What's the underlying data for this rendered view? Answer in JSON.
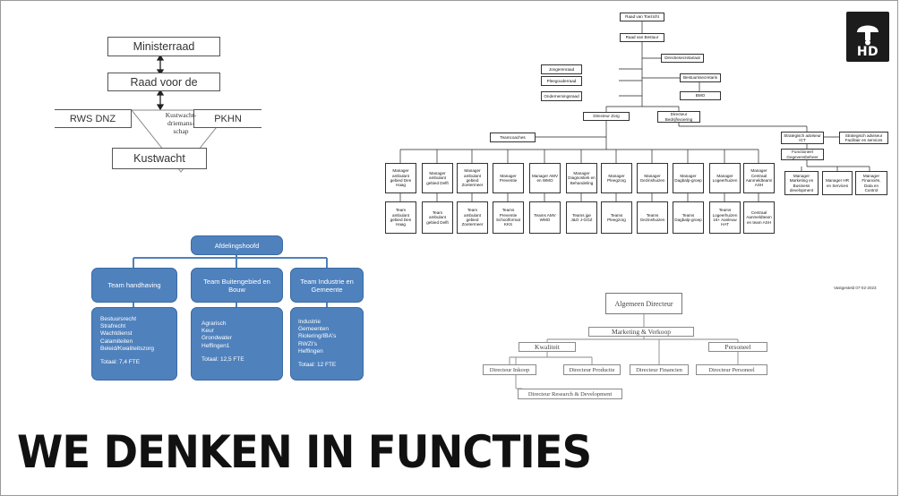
{
  "title": "WE DENKEN IN FUNCTIES",
  "logo": {
    "text": "HD",
    "icon": "person-icon"
  },
  "diagram_a": {
    "ministerraad": "Ministerraad",
    "raad": "Raad voor de",
    "rws": "RWS DNZ",
    "kustwacht_triangle": [
      "Kustwacht-",
      "driemans-",
      "schap"
    ],
    "pkhn": "PKHN",
    "kustwacht": "Kustwacht"
  },
  "diagram_b": {
    "top": "Raad van Toezicht",
    "bestuur": "Raad van Bestuur",
    "directiesecretariaat": "Directiesecretariaat",
    "jongerenraad": "Jongerenraad",
    "pleegouderraad": "Pleegouderraad",
    "ondernemingsraad": "Ondernemingsraad",
    "bestuurssecretaris": "Bestuurssecretaris",
    "bmo": "BMO",
    "dir_zorg": "Directeur Zorg",
    "dir_bedrijf": "Directeur Bedrijfsvoering",
    "teamcoaches": "Teamcoaches",
    "adv_ict": "Strategisch adviseur ICT",
    "adv_facilitair": "Strategisch adviseur Facilitair en services",
    "functioneel": "Functioneel Gegevensbeheer",
    "managers": [
      "Manager ambulant gebied Den Haag",
      "Manager ambulant gebied Delft",
      "Manager ambulant gebied Zoetermeer",
      "Manager Preventie",
      "Manager AMV en WMO",
      "Manager Diagnostiek en Behandeling",
      "Manager Pleegzorg",
      "Manager Gezinshuizen",
      "Manager Dagbalp-groep",
      "Manager Logeerhuizen",
      "Manager Centraal Aanmeldteam/ ASH"
    ],
    "teams": [
      "Team ambulant gebied Den Haag",
      "Team ambulant gebied Delft",
      "Team ambulant gebied Zoetermeer",
      "Teams Preventie Schoolformat KKS",
      "Teams AMV WMO",
      "Teams jge J&O J-GGZ",
      "Teams Pleegzorg",
      "Teams Gezinshuizen",
      "Teams Dagbalp-groep",
      "Teams Logeerhuizen 16+ Aanleuw HAT",
      "Centraal Aanmeldteam en team ASH"
    ],
    "support": [
      "Manager Marketing en Business development",
      "Manager HR en Services",
      "Manager Financiën, Data en Control"
    ]
  },
  "diagram_c": {
    "head": "Afdelingshoofd",
    "columns": [
      {
        "title": "Team handhaving",
        "items": [
          "Bestuursrecht",
          "Strafrecht",
          "Wachtdienst",
          "Calamiteiten",
          "Beleid/Kwaliteitszorg"
        ],
        "total": "Totaal: 7,4 FTE"
      },
      {
        "title": "Team Buitengebied en Bouw",
        "items": [
          "Agrarisch",
          "Keur",
          "Grondwater",
          "Heffingen1"
        ],
        "total": "Totaal: 12,5 FTE"
      },
      {
        "title": "Team Industrie en Gemeente",
        "items": [
          "Industrie",
          "Gemeenten",
          "Riolering/IBA's",
          "RWZI's",
          "Heffingen"
        ],
        "total": "Totaal: 12 FTE"
      }
    ]
  },
  "diagram_d": {
    "vastgesteld": "Vastgesteld 07-02-2023",
    "top": "Algemeen Directeur",
    "marketing": "Marketing & Verkoop",
    "kwaliteit": "Kwaliteit",
    "personeel": "Personeel",
    "inkoop": "Directeur Inkoop",
    "productie": "Directeur Productie",
    "financien": "Directeur Financien",
    "dir_personeel": "Directeur Personeel",
    "research": "Directeur Research & Development"
  }
}
